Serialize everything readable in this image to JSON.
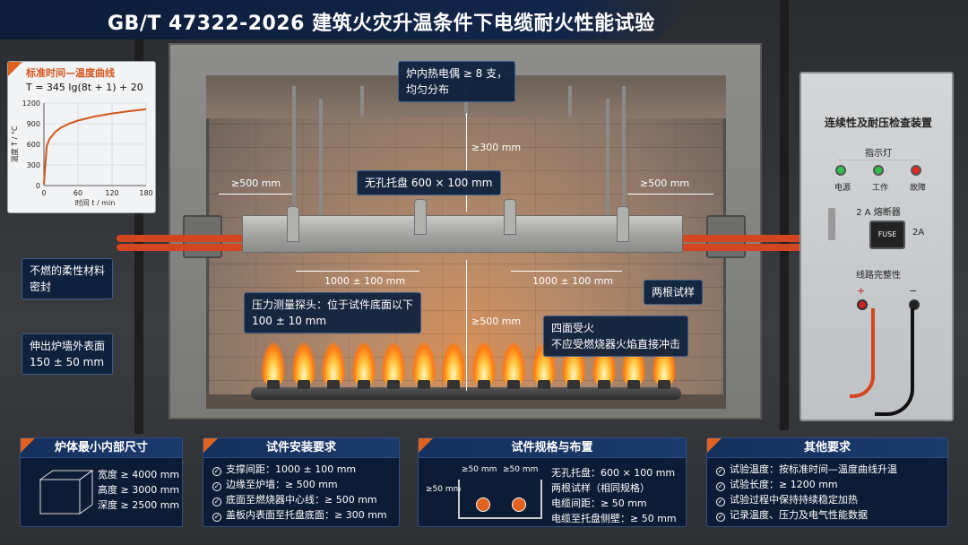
{
  "title": "GB/T 47322-2026 建筑火灾升温条件下电缆耐火性能试验",
  "curve": {
    "title": "标准时间—温度曲线",
    "formula": "T = 345 lg(8t + 1) + 20",
    "ylabel": "温度 T / °C",
    "xlabel": "时间 t / min",
    "yticks": [
      "1200",
      "900",
      "600",
      "300",
      "0"
    ],
    "xticks": [
      "0",
      "60",
      "120",
      "180"
    ]
  },
  "chart_data": {
    "type": "line",
    "title": "标准时间—温度曲线",
    "xlabel": "时间 t / min",
    "ylabel": "温度 T / °C",
    "xlim": [
      0,
      180
    ],
    "ylim": [
      0,
      1200
    ],
    "x": [
      0,
      5,
      10,
      20,
      30,
      45,
      60,
      90,
      120,
      150,
      180
    ],
    "values": [
      20,
      576,
      678,
      781,
      842,
      902,
      945,
      1006,
      1049,
      1082,
      1110
    ],
    "grid": true
  },
  "annotations": {
    "thermocouple": "炉内热电偶 ≥ 8 支，\n均匀分布",
    "tray": "无孔托盘 600 × 100 mm",
    "seal": "不燃的柔性材料\n密封",
    "extend": "伸出炉墙外表面\n150 ± 50 mm",
    "probe": "压力测量探头：位于试件底面以下\n100 ± 10 mm",
    "specimens": "两根试样",
    "fire": "四面受火\n不应受燃烧器火焰直接冲击"
  },
  "dims": {
    "top_gap": "≥300 mm",
    "left_gap": "≥500 mm",
    "right_gap": "≥500 mm",
    "span_left": "1000 ± 100 mm",
    "span_right": "1000 ± 100 mm",
    "burner_gap": "≥500 mm"
  },
  "cabinet": {
    "title": "连续性及耐压检查装置",
    "lamps_title": "指示灯",
    "lamps": [
      {
        "label": "电源",
        "color": "#2ec04a"
      },
      {
        "label": "工作",
        "color": "#2ec04a"
      },
      {
        "label": "故障",
        "color": "#e02a1e"
      }
    ],
    "fuse_title": "2 A 熔断器",
    "fuse_label": "FUSE",
    "fuse_rating": "2A",
    "integrity": "线路完整性",
    "plus": "+",
    "minus": "−"
  },
  "panels": {
    "size": {
      "title": "炉体最小内部尺寸",
      "items": [
        "宽度 ≥ 4000 mm",
        "高度 ≥ 3000 mm",
        "深度 ≥ 2500 mm"
      ]
    },
    "install": {
      "title": "试件安装要求",
      "items": [
        "支撑间距：1000 ± 100 mm",
        "边缘至炉墙：≥ 500 mm",
        "底面至燃烧器中心线：≥ 500 mm",
        "盖板内表面至托盘底面：≥ 300 mm"
      ]
    },
    "spec": {
      "title": "试件规格与布置",
      "gap1": "≥50 mm",
      "gap2": "≥50 mm",
      "gap3": "≥50 mm",
      "items": [
        "无孔托盘：600 × 100 mm",
        "两根试样（相同规格）",
        "电缆间距：≥ 50 mm",
        "电缆至托盘侧壁：≥ 50 mm"
      ]
    },
    "other": {
      "title": "其他要求",
      "items": [
        "试验温度：按标准时间—温度曲线升温",
        "试验长度：≥ 1200 mm",
        "试验过程中保持持续稳定加热",
        "记录温度、压力及电气性能数据"
      ]
    }
  },
  "colors": {
    "accent": "#e0621e",
    "navy": "#0b1f3d",
    "cable": "#d4461f"
  }
}
